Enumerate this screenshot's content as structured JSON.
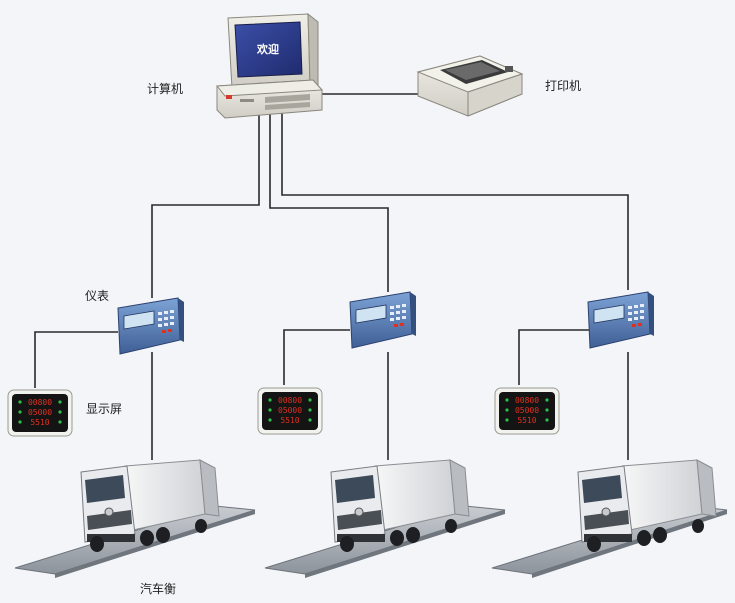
{
  "labels": {
    "computer": "计算机",
    "printer": "打印机",
    "indicator": "仪表",
    "display": "显示屏",
    "truck_scale": "汽车衡"
  },
  "monitor_screen_text": "欢迎",
  "display_readings": [
    "00800",
    "05000",
    "5510"
  ],
  "colors": {
    "background": "#f4f5f9",
    "wire": "#2a2a2a",
    "monitor_screen": "#2f3f8f",
    "indicator_body": "#5a7fb6",
    "led_red": "#e03020",
    "led_green": "#2ac04a",
    "platform": "#9aa0a8"
  }
}
